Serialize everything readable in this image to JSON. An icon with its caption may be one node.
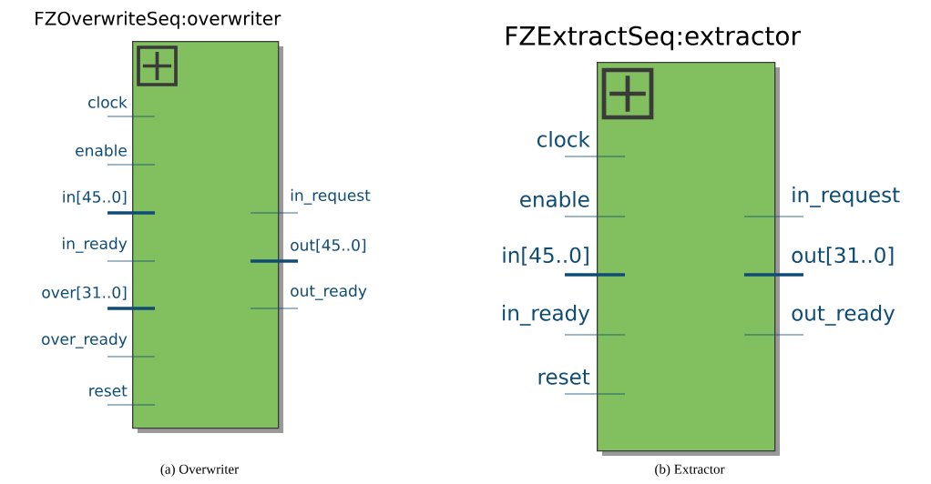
{
  "diagram": {
    "nodes": [
      {
        "text": [
          "FZOverwriteSeq:overwriter"
        ],
        "beside": [
          "(a) Overwriter"
        ]
      },
      {
        "text": [
          "FZExtractSeq:extractor"
        ],
        "beside": [
          "(b) Extractor"
        ]
      }
    ],
    "labels": [
      "clock",
      "enable",
      "in[45..0]",
      "in_ready",
      "over[31..0]",
      "over_ready",
      "reset",
      "in_request",
      "out[45..0]",
      "out_ready",
      "clock",
      "enable",
      "in[45..0]",
      "in_ready",
      "reset",
      "in_request",
      "out[31..0]",
      "out_ready"
    ]
  }
}
